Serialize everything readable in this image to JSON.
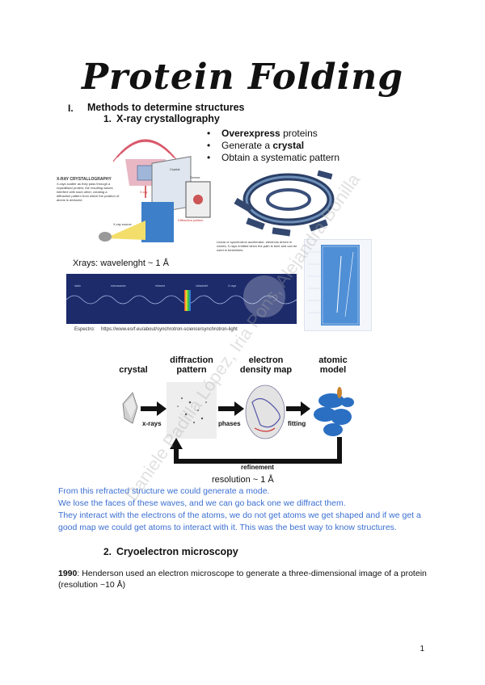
{
  "title": "Protein Folding",
  "section": {
    "number": "I.",
    "heading": "Methods to determine structures"
  },
  "subsection1": {
    "number": "1.",
    "heading": "X-ray crystallography"
  },
  "bullets": [
    {
      "prefix": "Overexpress",
      "suffix": " proteins"
    },
    {
      "prefix": "Generate a ",
      "bold": "crystal",
      "suffix": ""
    },
    {
      "prefix": "Obtain a systematic pattern",
      "suffix": ""
    }
  ],
  "diagram_xray": {
    "heading": "X-RAY CRYSTALLOGRAPHY",
    "description": "X-rays scatter as they pass through a crystallised protein; the resulting waves interfere with each other, creating a diffraction pattern from which the position of atoms is deduced.",
    "labels": {
      "crystal": "Crystal",
      "xray": "X-ray",
      "source": "X-ray source",
      "diffraction": "Diffraction pattern",
      "sensor": "Sensor"
    }
  },
  "synchrotron_caption": "Linear or synchrotron accelerator, electrons driven in circles; X-rays emitted when the path is bent and can be used in beamlines.",
  "xrays_label": "Xrays: wavelenght ~ 1 Å",
  "spectrum_url": "https://www.esrf.eu/about/synchrotron-science/synchrotron-light",
  "spectrum_url_prefix": "Espectro:",
  "process": {
    "steps": [
      "crystal",
      "diffraction pattern",
      "electron density map",
      "atomic model"
    ],
    "arrows": [
      "x-rays",
      "phases",
      "fitting"
    ],
    "loop": "refinement"
  },
  "resolution_label": "resolution ~ 1 Å",
  "blue_notes": [
    "From this refracted structure we could generate a mode.",
    "We lose the faces of these waves, and we can go back one we diffract them.",
    "They interact with the electrons of the atoms, we do not get atoms we get shaped and if we get a good map we could get atoms to interact with it. This was the best way to know structures."
  ],
  "subsection2": {
    "number": "2.",
    "heading": "Cryoelectron microscopy"
  },
  "paragraph": {
    "year": "1990",
    "text": ": Henderson used an electron microscope to generate a three-dimensional image of a protein (resolution ~10 Å)"
  },
  "watermark": "Daniele Padilla López, Iria Pons, Alejandra Bonilla",
  "page_number": "1",
  "colors": {
    "blue_text": "#3b6fd1",
    "spectrum_bg": "#1d2b6b",
    "crystal_blue": "#2a6fc2"
  }
}
